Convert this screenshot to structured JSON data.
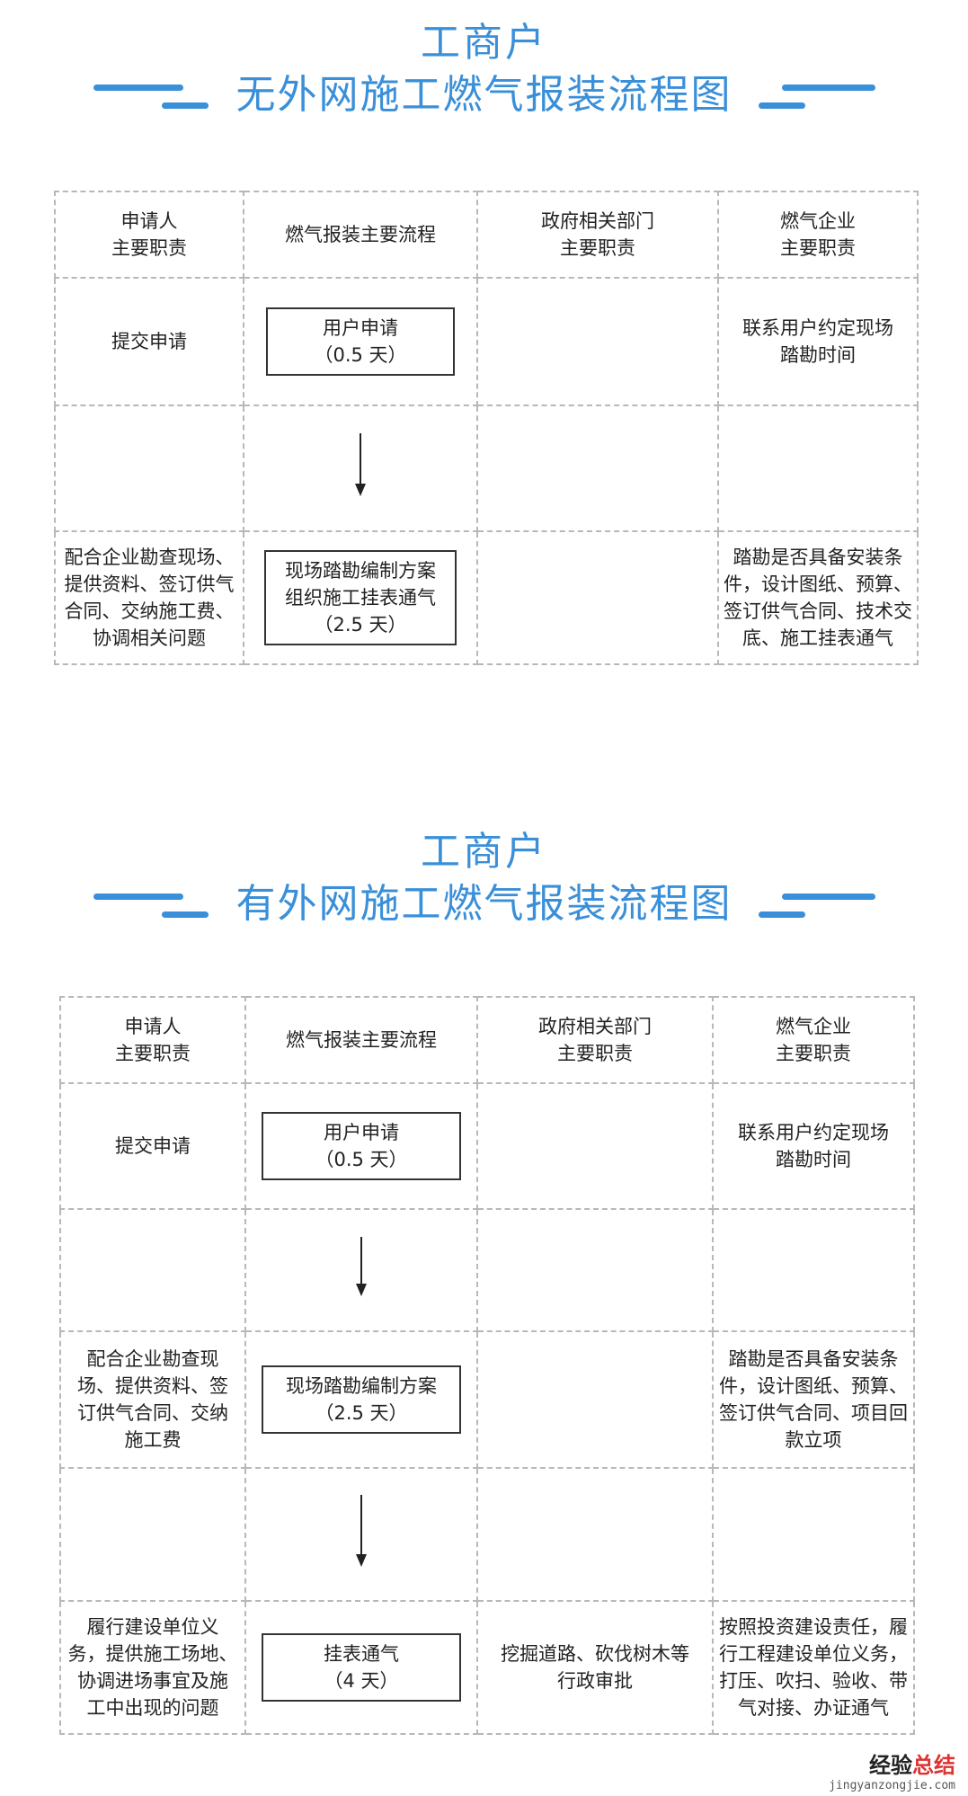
{
  "section1": {
    "title": "工商户",
    "subtitle": "无外网施工燃气报装流程图",
    "headers": [
      "申请人\n主要职责",
      "燃气报装主要流程",
      "政府相关部门\n主要职责",
      "燃气企业\n主要职责"
    ],
    "rows": [
      {
        "applicant": "提交申请",
        "step": "用户申请\n（0.5 天）",
        "gov": "",
        "company": "联系用户约定现场\n踏勘时间"
      },
      {
        "applicant": "配合企业勘查现场、\n提供资料、签订供气\n合同、交纳施工费、\n协调相关问题",
        "step": "现场踏勘编制方案\n组织施工挂表通气\n（2.5 天）",
        "gov": "",
        "company": "踏勘是否具备安装条\n件，设计图纸、预算、\n签订供气合同、技术交\n底、施工挂表通气"
      }
    ]
  },
  "section2": {
    "title": "工商户",
    "subtitle": "有外网施工燃气报装流程图",
    "headers": [
      "申请人\n主要职责",
      "燃气报装主要流程",
      "政府相关部门\n主要职责",
      "燃气企业\n主要职责"
    ],
    "rows": [
      {
        "applicant": "提交申请",
        "step": "用户申请\n（0.5 天）",
        "gov": "",
        "company": "联系用户约定现场\n踏勘时间"
      },
      {
        "applicant": "配合企业勘查现\n场、提供资料、签\n订供气合同、交纳\n施工费",
        "step": "现场踏勘编制方案\n（2.5 天）",
        "gov": "",
        "company": "踏勘是否具备安装条\n件，设计图纸、预算、\n签订供气合同、项目回\n款立项"
      },
      {
        "applicant": "履行建设单位义\n务，提供施工场地、\n协调进场事宜及施\n工中出现的问题",
        "step": "挂表通气\n（4 天）",
        "gov": "挖掘道路、砍伐树木等\n行政审批",
        "company": "按照投资建设责任，履\n行工程建设单位义务，\n打压、吹扫、验收、带\n气对接、办证通气"
      }
    ]
  },
  "watermark": {
    "cn_black": "经验",
    "cn_red": "总结",
    "en": "jingyanzongjie.com"
  }
}
